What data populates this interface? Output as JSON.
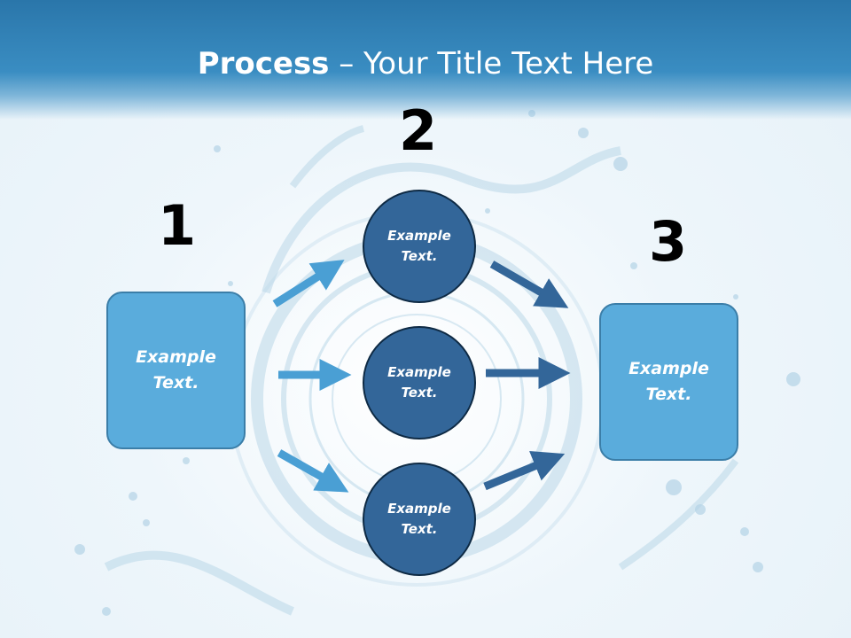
{
  "title": {
    "bold": "Process",
    "rest": " – Your Title Text Here"
  },
  "steps": {
    "one": {
      "number": "1",
      "text": "Example\nText."
    },
    "two": {
      "number": "2",
      "circles": [
        "Example\nText.",
        "Example\nText.",
        "Example\nText."
      ]
    },
    "three": {
      "number": "3",
      "text": "Example\nText."
    }
  },
  "colors": {
    "box_fill": "#5aacdc",
    "circle_fill": "#336699",
    "arrow_light": "#4a9fd4",
    "arrow_dark": "#336699",
    "header": "#2a76aa"
  }
}
